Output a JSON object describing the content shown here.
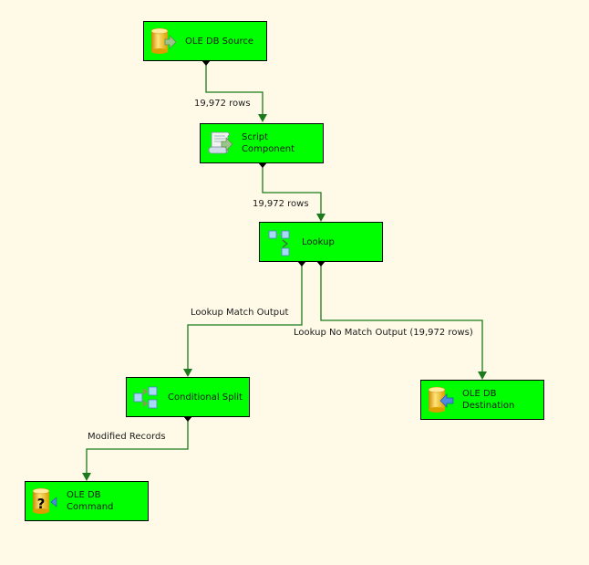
{
  "colors": {
    "background": "#fffae8",
    "node_fill": "#00ff00",
    "node_border": "#000000",
    "edge": "#1b7a1b",
    "connector": "#000000"
  },
  "nodes": [
    {
      "id": "ole-db-source",
      "label": "OLE DB Source",
      "icon": "database-source-icon"
    },
    {
      "id": "script-component",
      "label": "Script\nComponent",
      "icon": "script-icon"
    },
    {
      "id": "lookup",
      "label": "Lookup",
      "icon": "lookup-icon"
    },
    {
      "id": "conditional-split",
      "label": "Conditional Split",
      "icon": "conditional-split-icon"
    },
    {
      "id": "ole-db-destination",
      "label": "OLE DB\nDestination",
      "icon": "database-destination-icon"
    },
    {
      "id": "ole-db-command",
      "label": "OLE DB\nCommand",
      "icon": "database-command-icon"
    }
  ],
  "edges": [
    {
      "from": "ole-db-source",
      "to": "script-component",
      "label": "19,972 rows"
    },
    {
      "from": "script-component",
      "to": "lookup",
      "label": "19,972 rows"
    },
    {
      "from": "lookup",
      "to": "conditional-split",
      "label": "Lookup Match Output"
    },
    {
      "from": "lookup",
      "to": "ole-db-destination",
      "label": "Lookup No Match Output (19,972 rows)"
    },
    {
      "from": "conditional-split",
      "to": "ole-db-command",
      "label": "Modified Records"
    }
  ]
}
